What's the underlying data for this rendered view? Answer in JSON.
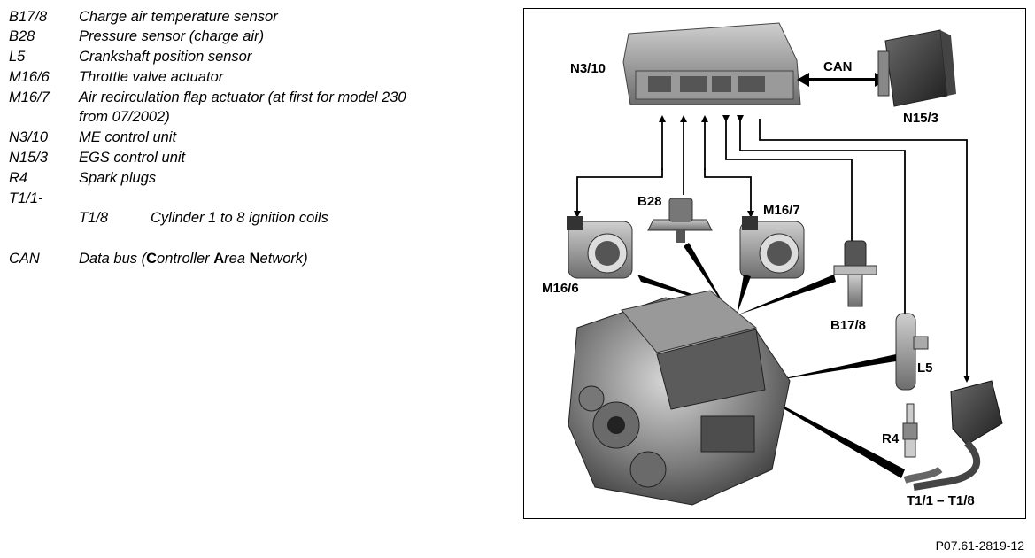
{
  "legend": [
    {
      "code": "B17/8",
      "desc": "Charge air temperature sensor"
    },
    {
      "code": "B28",
      "desc": "Pressure sensor (charge air)"
    },
    {
      "code": "L5",
      "desc": "Crankshaft position sensor"
    },
    {
      "code": "M16/6",
      "desc": "Throttle valve actuator"
    },
    {
      "code": "M16/7",
      "desc": "Air recirculation flap actuator (at first for model 230",
      "desc2": "from 07/2002)"
    },
    {
      "code": "N3/10",
      "desc": "ME control unit"
    },
    {
      "code": "N15/3",
      "desc": "EGS control unit"
    },
    {
      "code": "R4",
      "desc": "Spark plugs"
    },
    {
      "code": "T1/1-",
      "subcode": "T1/8",
      "subdesc": "Cylinder 1 to 8 ignition coils"
    },
    {
      "code": "CAN",
      "desc_parts": [
        "Data bus (",
        "C",
        "ontroller ",
        "A",
        "rea ",
        "N",
        "etwork)"
      ]
    }
  ],
  "diagram": {
    "labels": {
      "n3_10": "N3/10",
      "can": "CAN",
      "n15_3": "N15/3",
      "b28": "B28",
      "m16_7": "M16/7",
      "m16_6": "M16/6",
      "b17_8": "B17/8",
      "l5": "L5",
      "r4": "R4",
      "t1": "T1/1 – T1/8"
    }
  },
  "figure_code": "P07.61-2819-12"
}
